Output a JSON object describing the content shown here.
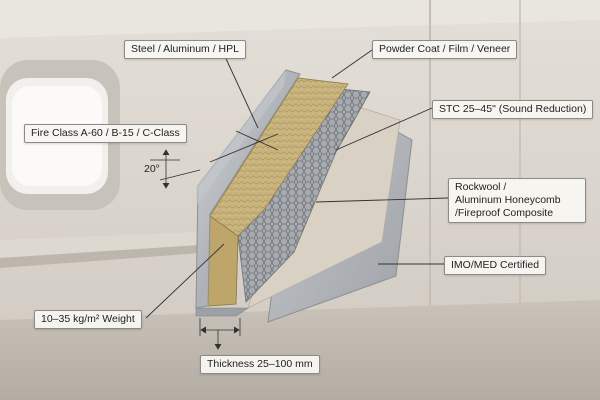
{
  "labels": {
    "skin_material": "Steel / Aluminum / HPL",
    "surface_finish": "Powder Coat / Film / Veneer",
    "fire_class": "Fire Class A-60 / B-15 / C-Class",
    "sound": "STC 25–45\" (Sound Reduction)",
    "angle": "20°",
    "core_lines": [
      "Rockwool /",
      "Aluminum Honeycomb",
      "/Fireproof Composite"
    ],
    "certification": "IMO/MED Certified",
    "weight": "10–35 kg/m² Weight",
    "thickness": "Thickness 25–100 mm"
  },
  "colors": {
    "wall": "#d9d4cc",
    "metal": "#b9bcc0",
    "rockwool": "#c8b27a",
    "honeycomb": "#9fa3a8",
    "backer": "#d7d0c4",
    "leader": "#333333"
  }
}
